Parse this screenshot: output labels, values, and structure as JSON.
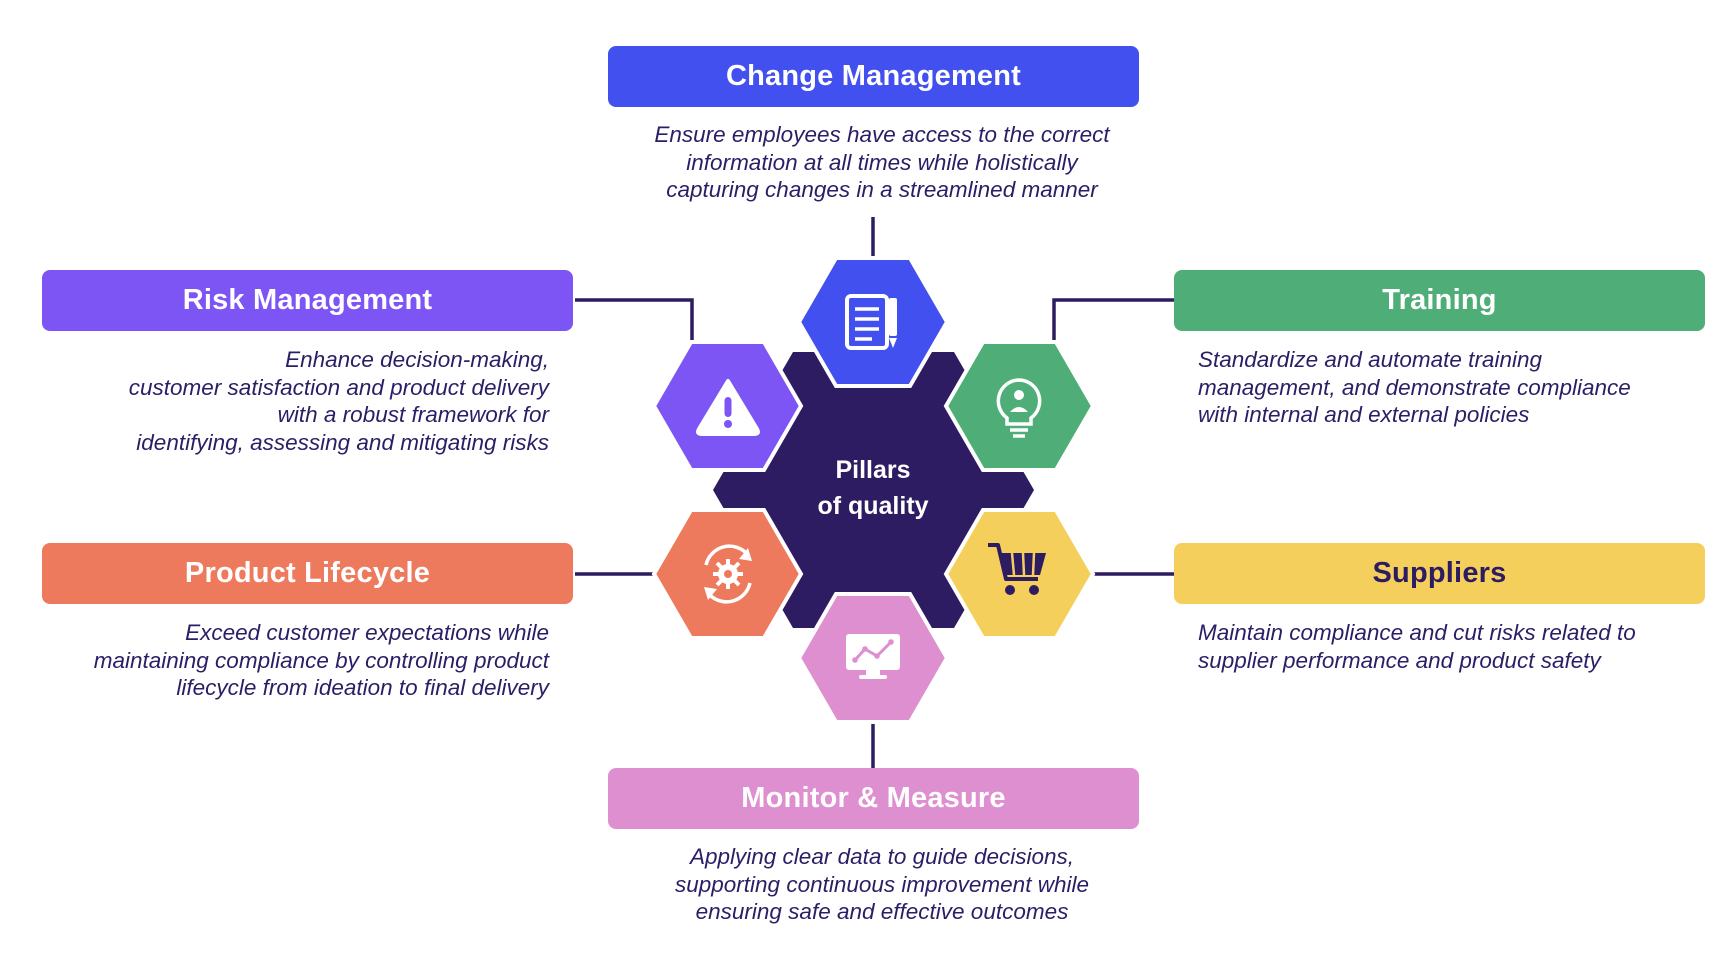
{
  "center": {
    "label": "Pillars\nof quality",
    "color": "#2d1c62"
  },
  "line_color": "#2d1c62",
  "pillars": [
    {
      "id": "change-management",
      "title": "Change Management",
      "description": "Ensure employees have access to the correct\ninformation at all times while holistically\ncapturing changes in a streamlined manner",
      "color": "#4150ee",
      "title_color": "#ffffff",
      "icon": "document-edit-icon"
    },
    {
      "id": "risk-management",
      "title": "Risk Management",
      "description": "Enhance decision-making,\ncustomer satisfaction and product delivery\nwith a robust framework for\nidentifying, assessing and mitigating risks",
      "color": "#7d55f5",
      "title_color": "#ffffff",
      "icon": "warning-triangle-icon"
    },
    {
      "id": "training",
      "title": "Training",
      "description": "Standardize and automate training\nmanagement, and demonstrate compliance\nwith internal and external policies",
      "color": "#4fae77",
      "title_color": "#ffffff",
      "icon": "lightbulb-person-icon"
    },
    {
      "id": "product-lifecycle",
      "title": "Product Lifecycle",
      "description": "Exceed customer expectations while\nmaintaining compliance by controlling product\nlifecycle from ideation to final delivery",
      "color": "#ee7a5d",
      "title_color": "#ffffff",
      "icon": "lifecycle-gear-icon"
    },
    {
      "id": "suppliers",
      "title": "Suppliers",
      "description": "Maintain compliance and cut risks related to\nsupplier performance and product safety",
      "color": "#f5cf5c",
      "title_color": "#2d1c62",
      "icon": "shopping-cart-icon"
    },
    {
      "id": "monitor-measure",
      "title": "Monitor & Measure",
      "description": "Applying clear data to guide decisions,\nsupporting continuous improvement while\nensuring safe and effective outcomes",
      "color": "#de8fd0",
      "title_color": "#ffffff",
      "icon": "monitor-chart-icon"
    }
  ]
}
